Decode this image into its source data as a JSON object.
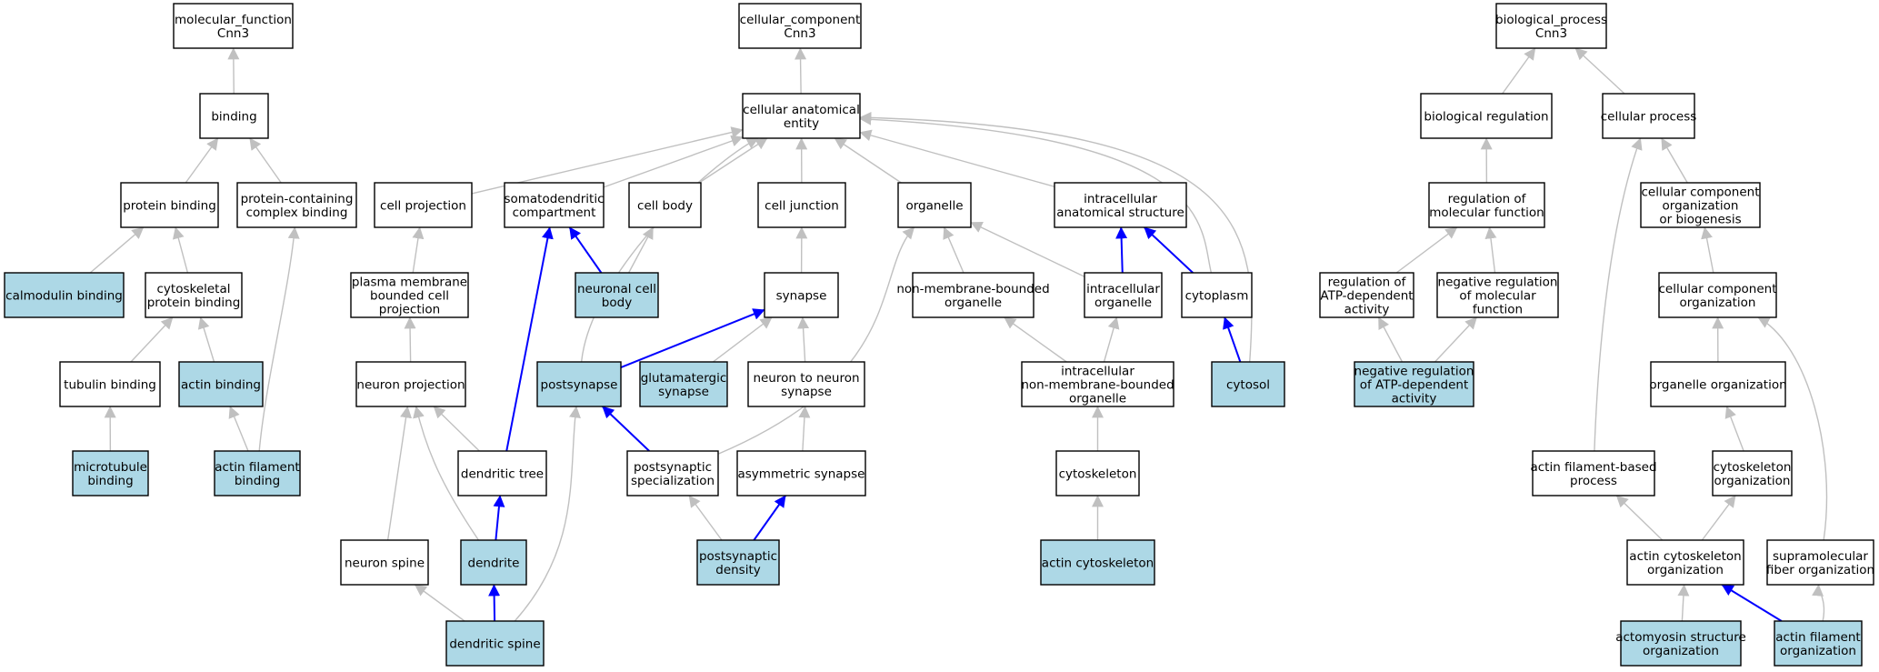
{
  "colors": {
    "plain_fill": "#ffffff",
    "highlight_fill": "#add8e6",
    "grey_edge": "#c0c0c0",
    "blue_edge": "#0000ff"
  },
  "nodes": {
    "mf": {
      "lines": [
        "molecular_function",
        "Cnn3"
      ],
      "highlight": false
    },
    "binding": {
      "lines": [
        "binding"
      ],
      "highlight": false
    },
    "protein_binding": {
      "lines": [
        "protein binding"
      ],
      "highlight": false
    },
    "protein_containing": {
      "lines": [
        "protein-containing",
        "complex binding"
      ],
      "highlight": false
    },
    "calmodulin": {
      "lines": [
        "calmodulin binding"
      ],
      "highlight": true
    },
    "cytoskeletal_pb": {
      "lines": [
        "cytoskeletal",
        "protein binding"
      ],
      "highlight": false
    },
    "tubulin": {
      "lines": [
        "tubulin binding"
      ],
      "highlight": false
    },
    "actin_binding": {
      "lines": [
        "actin binding"
      ],
      "highlight": true
    },
    "microtubule": {
      "lines": [
        "microtubule",
        "binding"
      ],
      "highlight": true
    },
    "actin_filament_binding": {
      "lines": [
        "actin filament",
        "binding"
      ],
      "highlight": true
    },
    "cc": {
      "lines": [
        "cellular_component",
        "Cnn3"
      ],
      "highlight": false
    },
    "cae": {
      "lines": [
        "cellular anatomical",
        "entity"
      ],
      "highlight": false
    },
    "cell_projection": {
      "lines": [
        "cell projection"
      ],
      "highlight": false
    },
    "somatodendritic": {
      "lines": [
        "somatodendritic",
        "compartment"
      ],
      "highlight": false
    },
    "cell_body": {
      "lines": [
        "cell body"
      ],
      "highlight": false
    },
    "cell_junction": {
      "lines": [
        "cell junction"
      ],
      "highlight": false
    },
    "organelle": {
      "lines": [
        "organelle"
      ],
      "highlight": false
    },
    "ias": {
      "lines": [
        "intracellular",
        "anatomical structure"
      ],
      "highlight": false
    },
    "pmbcp": {
      "lines": [
        "plasma membrane",
        "bounded cell",
        "projection"
      ],
      "highlight": false
    },
    "neuronal_cell_body": {
      "lines": [
        "neuronal cell",
        "body"
      ],
      "highlight": true
    },
    "synapse": {
      "lines": [
        "synapse"
      ],
      "highlight": false
    },
    "nmbo": {
      "lines": [
        "non-membrane-bounded",
        "organelle"
      ],
      "highlight": false
    },
    "intracellular_organelle": {
      "lines": [
        "intracellular",
        "organelle"
      ],
      "highlight": false
    },
    "cytoplasm": {
      "lines": [
        "cytoplasm"
      ],
      "highlight": false
    },
    "neuron_projection": {
      "lines": [
        "neuron projection"
      ],
      "highlight": false
    },
    "postsynapse": {
      "lines": [
        "postsynapse"
      ],
      "highlight": true
    },
    "glutamatergic": {
      "lines": [
        "glutamatergic",
        "synapse"
      ],
      "highlight": true
    },
    "ntns": {
      "lines": [
        "neuron to neuron",
        "synapse"
      ],
      "highlight": false
    },
    "inmbo": {
      "lines": [
        "intracellular",
        "non-membrane-bounded",
        "organelle"
      ],
      "highlight": false
    },
    "cytosol": {
      "lines": [
        "cytosol"
      ],
      "highlight": true
    },
    "dendritic_tree": {
      "lines": [
        "dendritic tree"
      ],
      "highlight": false
    },
    "postsynaptic_spec": {
      "lines": [
        "postsynaptic",
        "specialization"
      ],
      "highlight": false
    },
    "asymmetric_synapse": {
      "lines": [
        "asymmetric synapse"
      ],
      "highlight": false
    },
    "cytoskeleton": {
      "lines": [
        "cytoskeleton"
      ],
      "highlight": false
    },
    "neuron_spine": {
      "lines": [
        "neuron spine"
      ],
      "highlight": false
    },
    "dendrite": {
      "lines": [
        "dendrite"
      ],
      "highlight": true
    },
    "postsynaptic_density": {
      "lines": [
        "postsynaptic",
        "density"
      ],
      "highlight": true
    },
    "actin_cytoskeleton": {
      "lines": [
        "actin cytoskeleton"
      ],
      "highlight": true
    },
    "dendritic_spine": {
      "lines": [
        "dendritic spine"
      ],
      "highlight": true
    },
    "bp": {
      "lines": [
        "biological_process",
        "Cnn3"
      ],
      "highlight": false
    },
    "bio_reg": {
      "lines": [
        "biological regulation"
      ],
      "highlight": false
    },
    "cellular_process": {
      "lines": [
        "cellular process"
      ],
      "highlight": false
    },
    "reg_mf": {
      "lines": [
        "regulation of",
        "molecular function"
      ],
      "highlight": false
    },
    "ccob": {
      "lines": [
        "cellular component",
        "organization",
        "or biogenesis"
      ],
      "highlight": false
    },
    "reg_atp": {
      "lines": [
        "regulation of",
        "ATP-dependent",
        "activity"
      ],
      "highlight": false
    },
    "neg_reg_mf": {
      "lines": [
        "negative regulation",
        "of molecular",
        "function"
      ],
      "highlight": false
    },
    "cco": {
      "lines": [
        "cellular component",
        "organization"
      ],
      "highlight": false
    },
    "neg_reg_atp": {
      "lines": [
        "negative regulation",
        "of ATP-dependent",
        "activity"
      ],
      "highlight": true
    },
    "organelle_org": {
      "lines": [
        "organelle organization"
      ],
      "highlight": false
    },
    "afbp": {
      "lines": [
        "actin filament-based",
        "process"
      ],
      "highlight": false
    },
    "cytoskeleton_org": {
      "lines": [
        "cytoskeleton",
        "organization"
      ],
      "highlight": false
    },
    "aco": {
      "lines": [
        "actin cytoskeleton",
        "organization"
      ],
      "highlight": false
    },
    "sfo": {
      "lines": [
        "supramolecular",
        "fiber organization"
      ],
      "highlight": false
    },
    "actomyosin": {
      "lines": [
        "actomyosin structure",
        "organization"
      ],
      "highlight": true
    },
    "afo": {
      "lines": [
        "actin filament",
        "organization"
      ],
      "highlight": true
    }
  },
  "edges": [
    {
      "from": "binding",
      "to": "mf",
      "color": "grey"
    },
    {
      "from": "protein_binding",
      "to": "binding",
      "color": "grey"
    },
    {
      "from": "protein_containing",
      "to": "binding",
      "color": "grey"
    },
    {
      "from": "calmodulin",
      "to": "protein_binding",
      "color": "grey"
    },
    {
      "from": "cytoskeletal_pb",
      "to": "protein_binding",
      "color": "grey"
    },
    {
      "from": "tubulin",
      "to": "cytoskeletal_pb",
      "color": "grey"
    },
    {
      "from": "actin_binding",
      "to": "cytoskeletal_pb",
      "color": "grey"
    },
    {
      "from": "microtubule",
      "to": "tubulin",
      "color": "grey"
    },
    {
      "from": "actin_filament_binding",
      "to": "actin_binding",
      "color": "grey"
    },
    {
      "from": "actin_filament_binding",
      "to": "protein_containing",
      "color": "grey"
    },
    {
      "from": "cae",
      "to": "cc",
      "color": "grey"
    },
    {
      "from": "cell_projection",
      "to": "cae",
      "color": "grey"
    },
    {
      "from": "somatodendritic",
      "to": "cae",
      "color": "grey"
    },
    {
      "from": "cell_body",
      "to": "cae",
      "color": "grey"
    },
    {
      "from": "cell_junction",
      "to": "cae",
      "color": "grey"
    },
    {
      "from": "organelle",
      "to": "cae",
      "color": "grey"
    },
    {
      "from": "ias",
      "to": "cae",
      "color": "grey"
    },
    {
      "from": "cytoplasm",
      "to": "cae",
      "color": "grey"
    },
    {
      "from": "cytosol",
      "to": "cae",
      "color": "grey"
    },
    {
      "from": "postsynapse",
      "to": "cae",
      "color": "grey"
    },
    {
      "from": "pmbcp",
      "to": "cell_projection",
      "color": "grey"
    },
    {
      "from": "neuronal_cell_body",
      "to": "somatodendritic",
      "color": "blue"
    },
    {
      "from": "neuronal_cell_body",
      "to": "cell_body",
      "color": "grey"
    },
    {
      "from": "synapse",
      "to": "cell_junction",
      "color": "grey"
    },
    {
      "from": "nmbo",
      "to": "organelle",
      "color": "grey"
    },
    {
      "from": "intracellular_organelle",
      "to": "organelle",
      "color": "grey"
    },
    {
      "from": "intracellular_organelle",
      "to": "ias",
      "color": "blue"
    },
    {
      "from": "cytoplasm",
      "to": "ias",
      "color": "blue"
    },
    {
      "from": "neuron_projection",
      "to": "pmbcp",
      "color": "grey"
    },
    {
      "from": "postsynapse",
      "to": "synapse",
      "color": "blue"
    },
    {
      "from": "glutamatergic",
      "to": "synapse",
      "color": "grey"
    },
    {
      "from": "ntns",
      "to": "synapse",
      "color": "grey"
    },
    {
      "from": "inmbo",
      "to": "nmbo",
      "color": "grey"
    },
    {
      "from": "inmbo",
      "to": "intracellular_organelle",
      "color": "grey"
    },
    {
      "from": "cytosol",
      "to": "cytoplasm",
      "color": "blue"
    },
    {
      "from": "dendritic_tree",
      "to": "neuron_projection",
      "color": "grey"
    },
    {
      "from": "dendritic_tree",
      "to": "somatodendritic",
      "color": "blue"
    },
    {
      "from": "postsynaptic_spec",
      "to": "postsynapse",
      "color": "blue"
    },
    {
      "from": "postsynaptic_spec",
      "to": "organelle",
      "color": "grey"
    },
    {
      "from": "asymmetric_synapse",
      "to": "ntns",
      "color": "grey"
    },
    {
      "from": "cytoskeleton",
      "to": "inmbo",
      "color": "grey"
    },
    {
      "from": "neuron_spine",
      "to": "neuron_projection",
      "color": "grey"
    },
    {
      "from": "dendrite",
      "to": "dendritic_tree",
      "color": "blue"
    },
    {
      "from": "dendrite",
      "to": "neuron_projection",
      "color": "grey"
    },
    {
      "from": "postsynaptic_density",
      "to": "postsynaptic_spec",
      "color": "grey"
    },
    {
      "from": "postsynaptic_density",
      "to": "asymmetric_synapse",
      "color": "blue"
    },
    {
      "from": "actin_cytoskeleton",
      "to": "cytoskeleton",
      "color": "grey"
    },
    {
      "from": "dendritic_spine",
      "to": "neuron_spine",
      "color": "grey"
    },
    {
      "from": "dendritic_spine",
      "to": "dendrite",
      "color": "blue"
    },
    {
      "from": "dendritic_spine",
      "to": "postsynapse",
      "color": "grey"
    },
    {
      "from": "bio_reg",
      "to": "bp",
      "color": "grey"
    },
    {
      "from": "cellular_process",
      "to": "bp",
      "color": "grey"
    },
    {
      "from": "reg_mf",
      "to": "bio_reg",
      "color": "grey"
    },
    {
      "from": "ccob",
      "to": "cellular_process",
      "color": "grey"
    },
    {
      "from": "afbp",
      "to": "cellular_process",
      "color": "grey"
    },
    {
      "from": "reg_atp",
      "to": "reg_mf",
      "color": "grey"
    },
    {
      "from": "neg_reg_mf",
      "to": "reg_mf",
      "color": "grey"
    },
    {
      "from": "cco",
      "to": "ccob",
      "color": "grey"
    },
    {
      "from": "neg_reg_atp",
      "to": "reg_atp",
      "color": "grey"
    },
    {
      "from": "neg_reg_atp",
      "to": "neg_reg_mf",
      "color": "grey"
    },
    {
      "from": "organelle_org",
      "to": "cco",
      "color": "grey"
    },
    {
      "from": "sfo",
      "to": "cco",
      "color": "grey"
    },
    {
      "from": "cytoskeleton_org",
      "to": "organelle_org",
      "color": "grey"
    },
    {
      "from": "aco",
      "to": "afbp",
      "color": "grey"
    },
    {
      "from": "aco",
      "to": "cytoskeleton_org",
      "color": "grey"
    },
    {
      "from": "actomyosin",
      "to": "aco",
      "color": "grey"
    },
    {
      "from": "afo",
      "to": "aco",
      "color": "blue"
    },
    {
      "from": "afo",
      "to": "sfo",
      "color": "grey"
    }
  ]
}
